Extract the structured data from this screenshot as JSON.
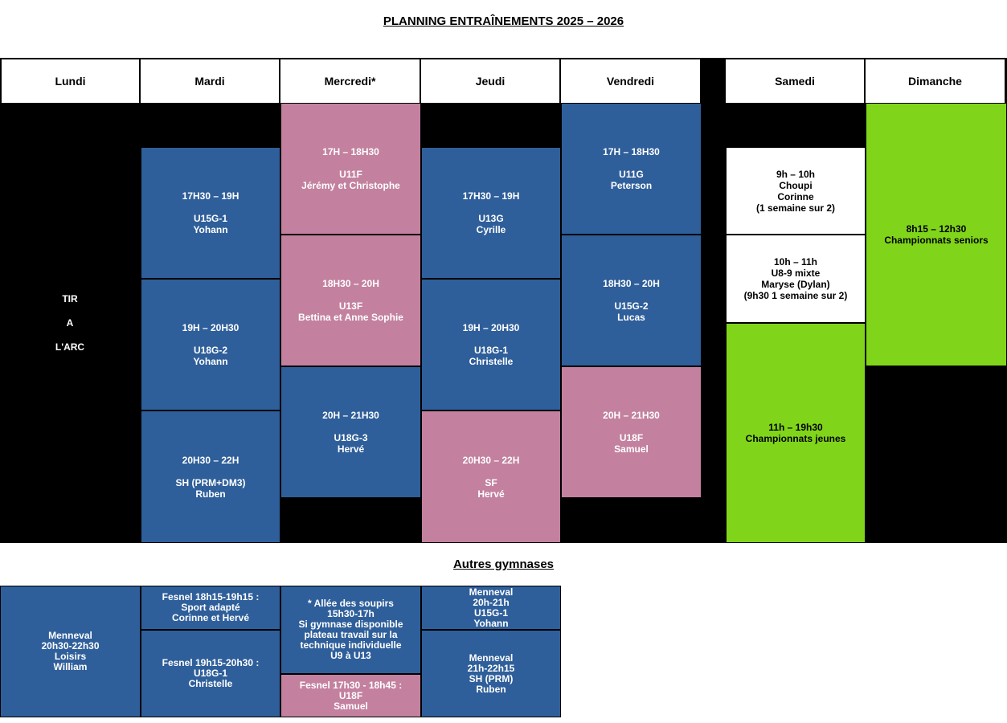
{
  "title": "PLANNING ENTRAÎNEMENTS 2025 – 2026",
  "colors": {
    "blue": "#2f5f9a",
    "pink": "#c3819f",
    "green": "#80d51a",
    "white": "#ffffff",
    "black": "#000000"
  },
  "days": [
    "Lundi",
    "Mardi",
    "Mercredi*",
    "Jeudi",
    "Vendredi",
    "Samedi",
    "Dimanche"
  ],
  "lundi": {
    "lines": [
      "TIR",
      "A",
      "L'ARC"
    ]
  },
  "mardi": [
    {
      "time": "17H30 – 19H",
      "group": "U15G-1",
      "coach": "Yohann"
    },
    {
      "time": "19H – 20H30",
      "group": "U18G-2",
      "coach": "Yohann"
    },
    {
      "time": "20H30 – 22H",
      "group": "SH (PRM+DM3)",
      "coach": "Ruben"
    }
  ],
  "mercredi": [
    {
      "time": "17H – 18H30",
      "group": "U11F",
      "coach": "Jérémy et Christophe"
    },
    {
      "time": "18H30 – 20H",
      "group": "U13F",
      "coach": "Bettina et Anne Sophie"
    },
    {
      "time": "20H – 21H30",
      "group": "U18G-3",
      "coach": "Hervé"
    }
  ],
  "jeudi": [
    {
      "time": "17H30 – 19H",
      "group": "U13G",
      "coach": "Cyrille"
    },
    {
      "time": "19H – 20H30",
      "group": "U18G-1",
      "coach": "Christelle"
    },
    {
      "time": "20H30 – 22H",
      "group": "SF",
      "coach": "Hervé"
    }
  ],
  "vendredi": [
    {
      "time": "17H – 18H30",
      "group": "U11G",
      "coach": "Peterson"
    },
    {
      "time": "18H30 – 20H",
      "group": "U15G-2",
      "coach": "Lucas"
    },
    {
      "time": "20H – 21H30",
      "group": "U18F",
      "coach": "Samuel"
    }
  ],
  "samedi": [
    {
      "text": "9h – 10h\nChoupi\nCorinne\n(1 semaine sur 2)"
    },
    {
      "text": "10h – 11h\nU8-9 mixte\nMaryse (Dylan)\n(9h30 1 semaine sur 2)"
    },
    {
      "text": "11h – 19h30\nChampionnats jeunes"
    }
  ],
  "dimanche": {
    "text": "8h15 – 12h30\nChampionnats seniors"
  },
  "autres": {
    "title": "Autres gymnases",
    "cells": [
      "Menneval\n20h30-22h30\nLoisirs\nWilliam",
      "Fesnel 18h15-19h15 :\nSport adapté\nCorinne et Hervé",
      "Fesnel 19h15-20h30 :\nU18G-1\nChristelle",
      "* Allée des soupirs\n15h30-17h\nSi gymnase disponible\nplateau travail sur la\ntechnique individuelle\nU9 à U13",
      "Fesnel 17h30 - 18h45 :\nU18F\nSamuel",
      "Menneval\n20h-21h\nU15G-1\nYohann",
      "Menneval\n21h-22h15\nSH (PRM)\nRuben"
    ]
  }
}
